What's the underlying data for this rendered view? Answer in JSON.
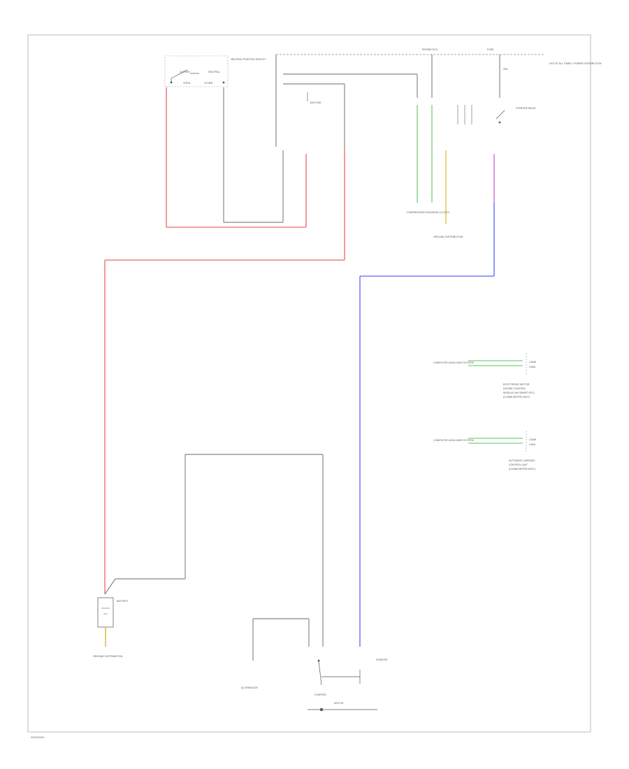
{
  "title": "",
  "figure_ref": "W0000000",
  "components": {
    "neutral_switch": {
      "label": "NEUTRAL POSITION SWITCH",
      "contact_labels": [
        "CLOSED",
        "NEUTRAL",
        "OPEN",
        "OTHER"
      ]
    },
    "fuse_10a": {
      "label": "10A FUSE",
      "rating": "10A"
    },
    "ecu_box": {
      "label": "ENGINE ECU"
    },
    "starter_relay": {
      "label": "STARTER RELAY"
    },
    "relay_fuse": {
      "label": "FUSE",
      "rating": "30A"
    },
    "hot_label": {
      "label": "HOT AT ALL TIMES / POWER DISTRIBUTION"
    },
    "gnd_compressor": {
      "label": "COMPRESSOR SOLENOID CLUTCH"
    },
    "ground_a": {
      "label": "GROUND DISTRIBUTION"
    },
    "ecm_block_1": {
      "wire_label": "COMPUTER DATA LINES SYSTEM",
      "pins": [
        "CANH",
        "CANL"
      ],
      "caption": [
        "ELECTRONIC MOTOR",
        "ENGINE CONTROL",
        "MODULE (W/ SMART KEY)",
        "(COMBI METER ASSY)"
      ]
    },
    "ecm_block_2": {
      "wire_label": "COMPUTER DATA LINES SYSTEM",
      "pins": [
        "CANH",
        "CANL"
      ],
      "caption": [
        "AUTOMATIC MISSION",
        "CONTROL UNIT",
        "(COMBI METER ASSY)"
      ]
    },
    "battery": {
      "label": "BATTERY",
      "ground_label": "GROUND DISTRIBUTION"
    },
    "alternator": {
      "label": "ALTERNATOR"
    },
    "starter": {
      "label": "STARTER",
      "contact_labels": [
        "STARTER",
        "MOTOR"
      ]
    }
  },
  "wire_colors": {
    "red": "#f08080",
    "blue": "#7b7bff",
    "green": "#90d890",
    "purple": "#d080e0",
    "gray": "#888888",
    "yellow": "#e0c040"
  }
}
